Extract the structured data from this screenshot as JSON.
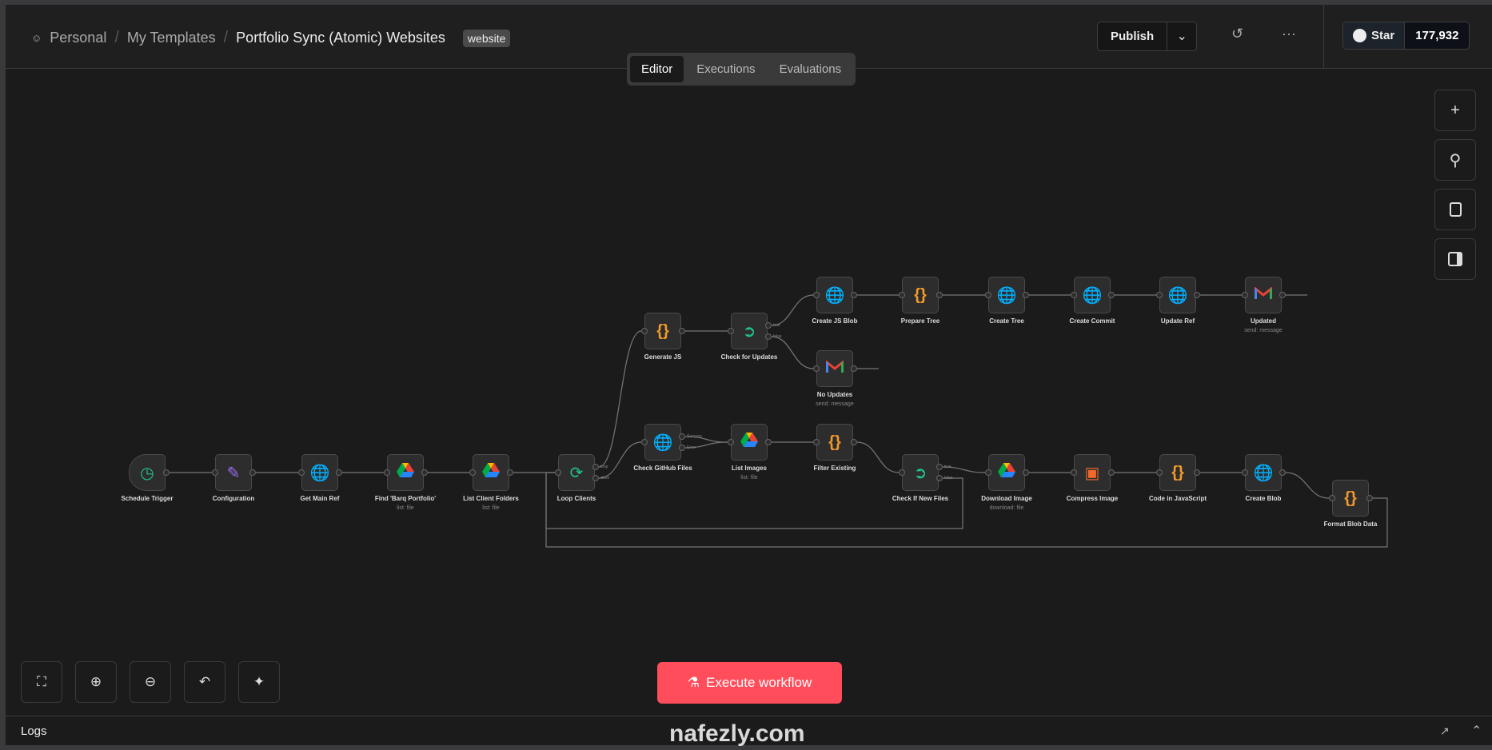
{
  "header": {
    "breadcrumb": [
      "Personal",
      "My Templates",
      "Portfolio Sync (Atomic) Websites"
    ],
    "tag": "website",
    "tabs": [
      {
        "label": "Editor",
        "active": true
      },
      {
        "label": "Executions"
      },
      {
        "label": "Evaluations"
      }
    ],
    "publish_label": "Publish",
    "star_label": "Star",
    "star_count": "177,932"
  },
  "nodes": [
    {
      "label": "Schedule Trigger",
      "icon": "clock-icon",
      "color": "#22c38e"
    },
    {
      "label": "Configuration",
      "icon": "pencil-icon",
      "color": "#9b6cf0"
    },
    {
      "label": "Get Main Ref",
      "icon": "globe-icon",
      "color": "#9b6cf0"
    },
    {
      "label": "Find 'Barq Portfolio'",
      "sub": "list: file",
      "icon": "google-drive-icon"
    },
    {
      "label": "List Client Folders",
      "sub": "list: file",
      "icon": "google-drive-icon"
    },
    {
      "label": "Loop Clients",
      "icon": "loop-icon",
      "color": "#22c38e"
    },
    {
      "label": "Generate JS",
      "icon": "code-icon",
      "color": "#f39a2b"
    },
    {
      "label": "Check for Updates",
      "icon": "signpost-icon",
      "color": "#22c38e"
    },
    {
      "label": "Create JS Blob",
      "icon": "globe-icon",
      "color": "#9b6cf0"
    },
    {
      "label": "Prepare Tree",
      "icon": "code-icon",
      "color": "#f39a2b"
    },
    {
      "label": "Create Tree",
      "icon": "globe-icon",
      "color": "#9b6cf0"
    },
    {
      "label": "Create Commit",
      "icon": "globe-icon",
      "color": "#9b6cf0"
    },
    {
      "label": "Update Ref",
      "icon": "globe-icon",
      "color": "#9b6cf0"
    },
    {
      "label": "Updated",
      "sub": "send: message",
      "icon": "gmail-icon"
    },
    {
      "label": "No Updates",
      "sub": "send: message",
      "icon": "gmail-icon"
    },
    {
      "label": "Check GitHub Files",
      "icon": "globe-icon",
      "color": "#9b6cf0"
    },
    {
      "label": "List Images",
      "sub": "list: file",
      "icon": "google-drive-icon"
    },
    {
      "label": "Filter Existing",
      "icon": "code-icon",
      "color": "#f39a2b"
    },
    {
      "label": "Check If New Files",
      "icon": "signpost-icon",
      "color": "#22c38e"
    },
    {
      "label": "Download Image",
      "sub": "download: file",
      "icon": "google-drive-icon"
    },
    {
      "label": "Compress Image",
      "icon": "image-icon",
      "color": "#f06a2b"
    },
    {
      "label": "Code in JavaScript",
      "icon": "code-icon",
      "color": "#f39a2b"
    },
    {
      "label": "Create Blob",
      "icon": "globe-icon",
      "color": "#9b6cf0"
    },
    {
      "label": "Format Blob Data",
      "icon": "code-icon",
      "color": "#f39a2b"
    }
  ],
  "port_labels": {
    "loop": "loop",
    "done": "done",
    "true": "true",
    "false": "false",
    "success": "Success",
    "error": "Error"
  },
  "execute_label": "Execute workflow",
  "logs_label": "Logs",
  "watermark": "nafezly.com"
}
